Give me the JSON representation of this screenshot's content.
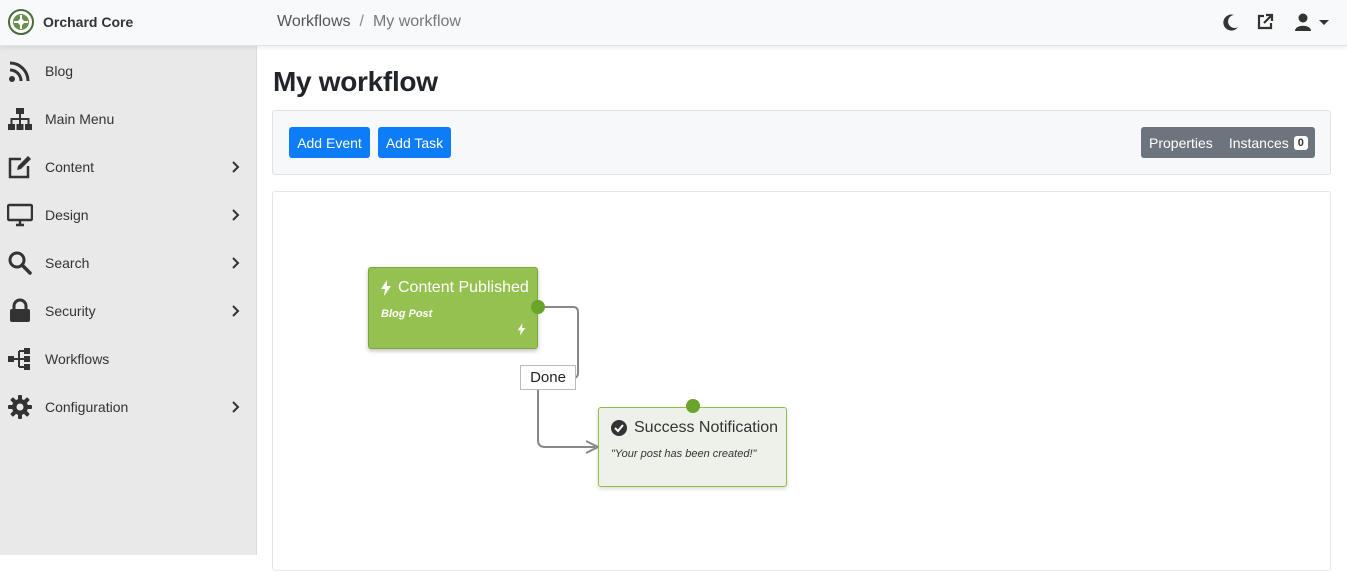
{
  "app": {
    "name": "Orchard Core"
  },
  "breadcrumb": {
    "root": "Workflows",
    "separator": "/",
    "current": "My workflow"
  },
  "sidebar": {
    "items": [
      {
        "label": "Blog",
        "icon": "rss-icon",
        "has_submenu": false
      },
      {
        "label": "Main Menu",
        "icon": "sitemap-icon",
        "has_submenu": false
      },
      {
        "label": "Content",
        "icon": "edit-icon",
        "has_submenu": true
      },
      {
        "label": "Design",
        "icon": "desktop-icon",
        "has_submenu": true
      },
      {
        "label": "Search",
        "icon": "search-icon",
        "has_submenu": true
      },
      {
        "label": "Security",
        "icon": "lock-icon",
        "has_submenu": true
      },
      {
        "label": "Workflows",
        "icon": "workflow-icon",
        "has_submenu": false
      },
      {
        "label": "Configuration",
        "icon": "cog-icon",
        "has_submenu": true
      }
    ]
  },
  "page": {
    "title": "My workflow"
  },
  "toolbar": {
    "add_event": "Add Event",
    "add_task": "Add Task",
    "properties": "Properties",
    "instances": "Instances",
    "instances_count": "0"
  },
  "workflow": {
    "event": {
      "title": "Content Published",
      "subtitle": "Blog Post",
      "color": "#95c151"
    },
    "task": {
      "title": "Success Notification",
      "subtitle": "\"Your post has been created!\""
    },
    "connection_label": "Done"
  },
  "colors": {
    "accent": "#0d7cf7",
    "event": "#95c151",
    "endpoint": "#6aa42a",
    "secondary": "#6c757d"
  }
}
